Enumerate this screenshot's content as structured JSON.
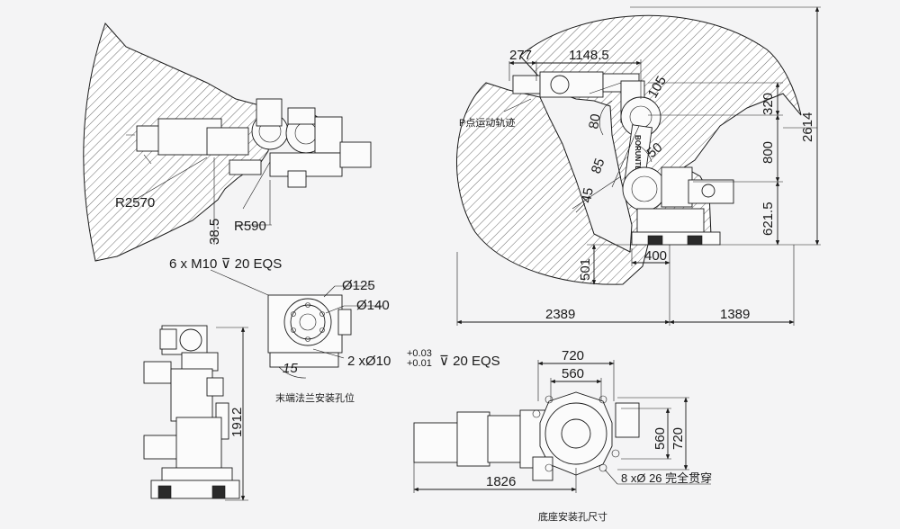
{
  "workspace_top": {
    "reach_label": "R2570",
    "inner_radius_label": "R590",
    "offset_label": "38.5"
  },
  "side_view": {
    "x_dims": [
      "277",
      "1148.5"
    ],
    "angle_dims": [
      "105",
      "80",
      "50",
      "85",
      "45"
    ],
    "wrist_path_label": "P点运动轨迹",
    "y_dims": [
      "320",
      "800",
      "621.5",
      "2614"
    ],
    "bottom_dims": [
      "400",
      "501",
      "2389",
      "1389"
    ],
    "brand_text": "BORUNTE"
  },
  "flange": {
    "bolt_spec": "6 x M10 ⊽ 20 EQS",
    "dia1": "Ø125",
    "dia2": "Ø140",
    "angle": "15",
    "pin_prefix": "2 xØ10",
    "tol_upper": "+0.03",
    "tol_lower": "+0.01",
    "pin_suffix": "⊽ 20 EQS",
    "caption": "末端法兰安装孔位"
  },
  "front_view": {
    "height_dim": "1912"
  },
  "base": {
    "dims": [
      "720",
      "560",
      "560",
      "720",
      "1826"
    ],
    "hole_spec": "8 xØ 26 完全贯穿",
    "caption": "底座安装孔尺寸"
  },
  "colors": {
    "background": "#f4f4f5",
    "line": "#1a1a1a"
  }
}
